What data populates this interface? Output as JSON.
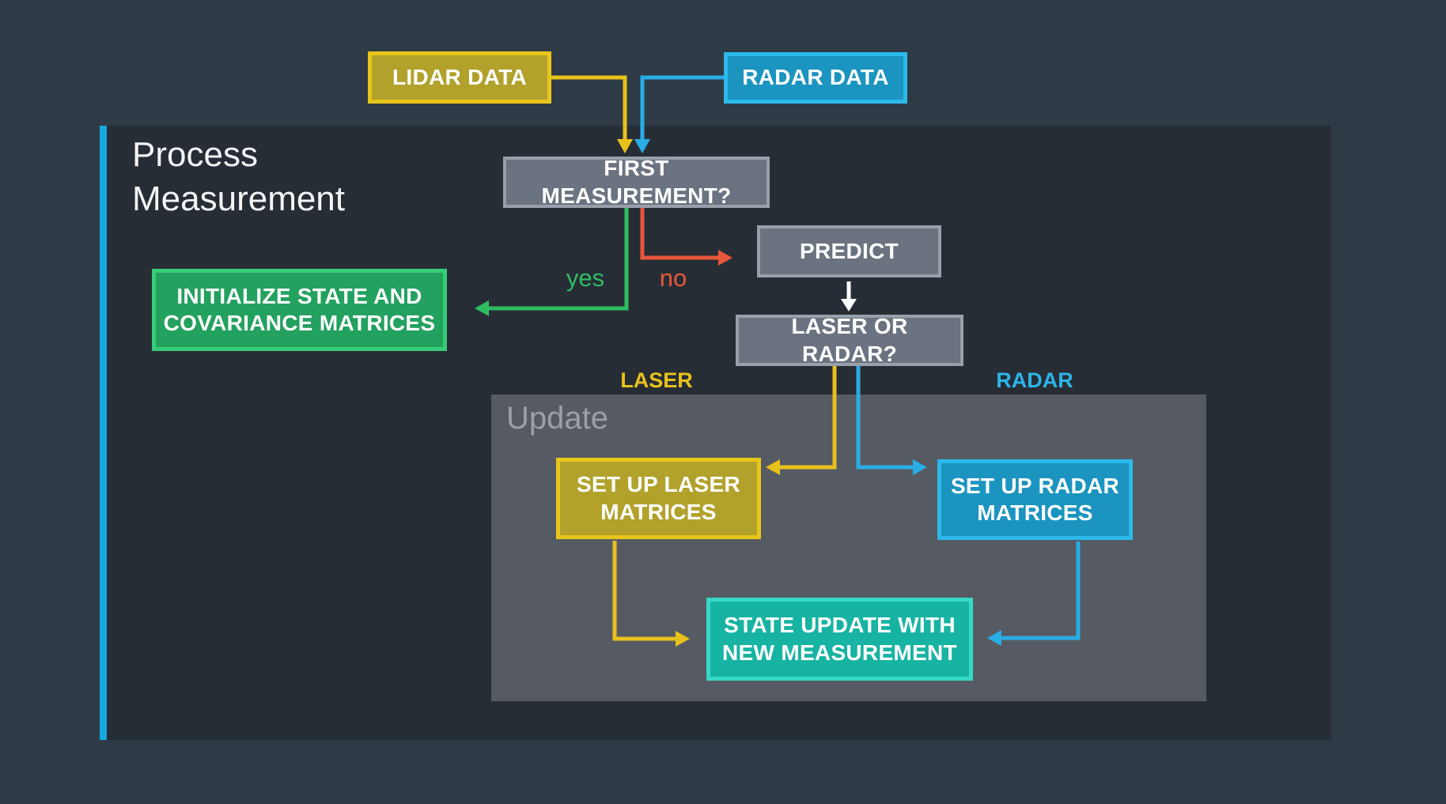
{
  "theme": {
    "page-bg": "#2e3a46",
    "panel-bg": "#272d35",
    "panel-accent": "#15aadf",
    "update-bg": "#565b63",
    "gray-fill": "#6b7380",
    "gray-border": "#98a0aa",
    "yellow-fill": "#b2a22c",
    "yellow-border": "#e8c51b",
    "blue-fill": "#1b94c0",
    "blue-border": "#2cb9ec",
    "green-fill": "#23a15f",
    "green-border": "#35cd78",
    "teal-fill": "#17b3a3",
    "teal-border": "#36d9c8",
    "arrow-yellow": "#e8c11c",
    "arrow-blue": "#29ade4",
    "arrow-green": "#2ebd62",
    "arrow-red": "#e8563b",
    "arrow-white": "#ffffff",
    "label-yellow": "#e8c11c",
    "label-blue": "#2cb5e8",
    "text-white": "#ffffff",
    "title-color": "#f2f4f6",
    "update-title-color": "#9aa0a8"
  },
  "sections": {
    "process_measurement": {
      "title": "Process Measurement"
    },
    "update": {
      "title": "Update"
    }
  },
  "nodes": {
    "lidar_data": {
      "label": "LIDAR DATA"
    },
    "radar_data": {
      "label": "RADAR DATA"
    },
    "first_measurement": {
      "label": "FIRST MEASUREMENT?"
    },
    "predict": {
      "label": "PREDICT"
    },
    "initialize_state": {
      "label": "INITIALIZE STATE AND COVARIANCE MATRICES"
    },
    "laser_or_radar": {
      "label": "LASER OR RADAR?"
    },
    "set_up_laser": {
      "label": "SET UP LASER MATRICES"
    },
    "set_up_radar": {
      "label": "SET UP RADAR MATRICES"
    },
    "state_update": {
      "label": "STATE UPDATE WITH NEW MEASUREMENT"
    }
  },
  "edge_labels": {
    "yes": "yes",
    "no": "no",
    "laser": "LASER",
    "radar": "RADAR"
  }
}
